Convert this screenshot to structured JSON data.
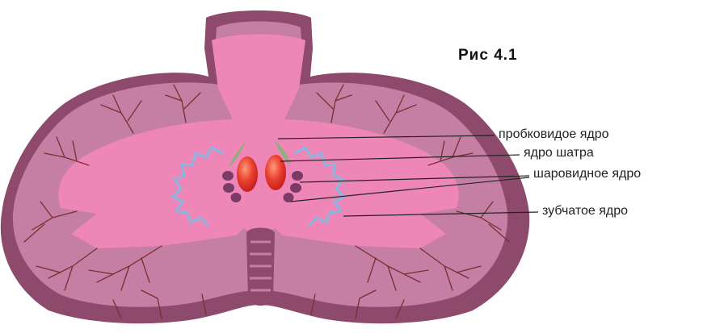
{
  "figure": {
    "title": "Рис 4.1"
  },
  "labels": [
    {
      "text": "пробковидое ядро"
    },
    {
      "text": "ядро шатра"
    },
    {
      "text": "шаровидное ядро"
    },
    {
      "text": "зубчатое ядро"
    }
  ],
  "colors": {
    "cortex": "#8e4a6c",
    "folia": "#c57fa5",
    "white_matter": "#ee86b8",
    "dentate_nucleus": "#86b8e0",
    "emboliform_nucleus": "#8bb07a",
    "fastigial_nucleus": "#e0352c",
    "globose_nucleus": "#7b3a68",
    "leader_line": "#222222"
  }
}
